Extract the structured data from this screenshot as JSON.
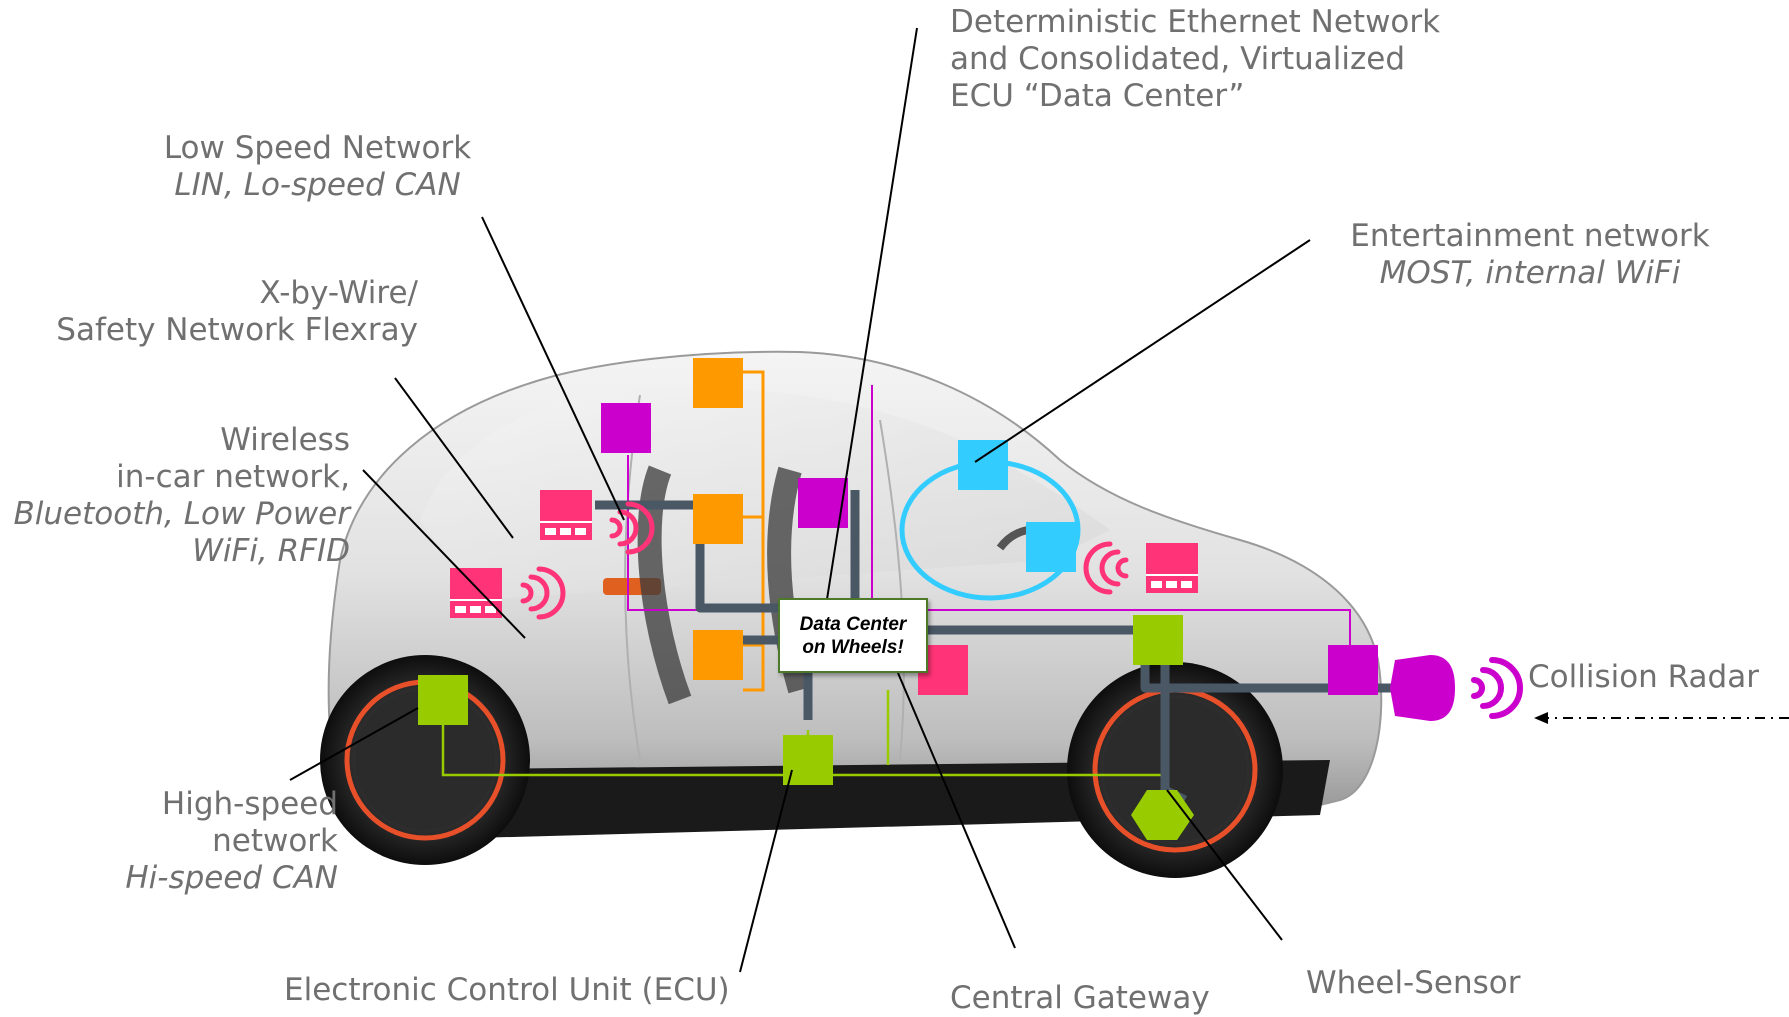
{
  "labels": {
    "ethernet": [
      "Deterministic Ethernet Network",
      "and Consolidated, Virtualized",
      "ECU “Data Center”"
    ],
    "low_speed": {
      "title": "Low Speed Network",
      "sub": "LIN, Lo-speed CAN"
    },
    "xbywire": [
      "X-by-Wire/",
      "Safety Network Flexray"
    ],
    "wireless": {
      "lines": [
        "Wireless",
        "in-car network,"
      ],
      "sub": [
        "Bluetooth, Low Power",
        "WiFi, RFID"
      ]
    },
    "entertainment": {
      "title": "Entertainment network",
      "sub": "MOST, internal WiFi"
    },
    "collision": "Collision Radar",
    "high_speed": {
      "lines": [
        "High-speed",
        "network"
      ],
      "sub": "Hi-speed CAN"
    },
    "ecu": "Electronic Control Unit (ECU)",
    "gateway": "Central Gateway",
    "wheel": "Wheel-Sensor",
    "data_center": [
      "Data Center",
      "on Wheels!"
    ]
  },
  "colors": {
    "orange": "#ff9900",
    "purple": "#cc00cc",
    "pink": "#ff3377",
    "cyan": "#33ccff",
    "green": "#99cc00",
    "backbone": "#4a5866",
    "callout": "#000000",
    "label_text": "#707070"
  }
}
